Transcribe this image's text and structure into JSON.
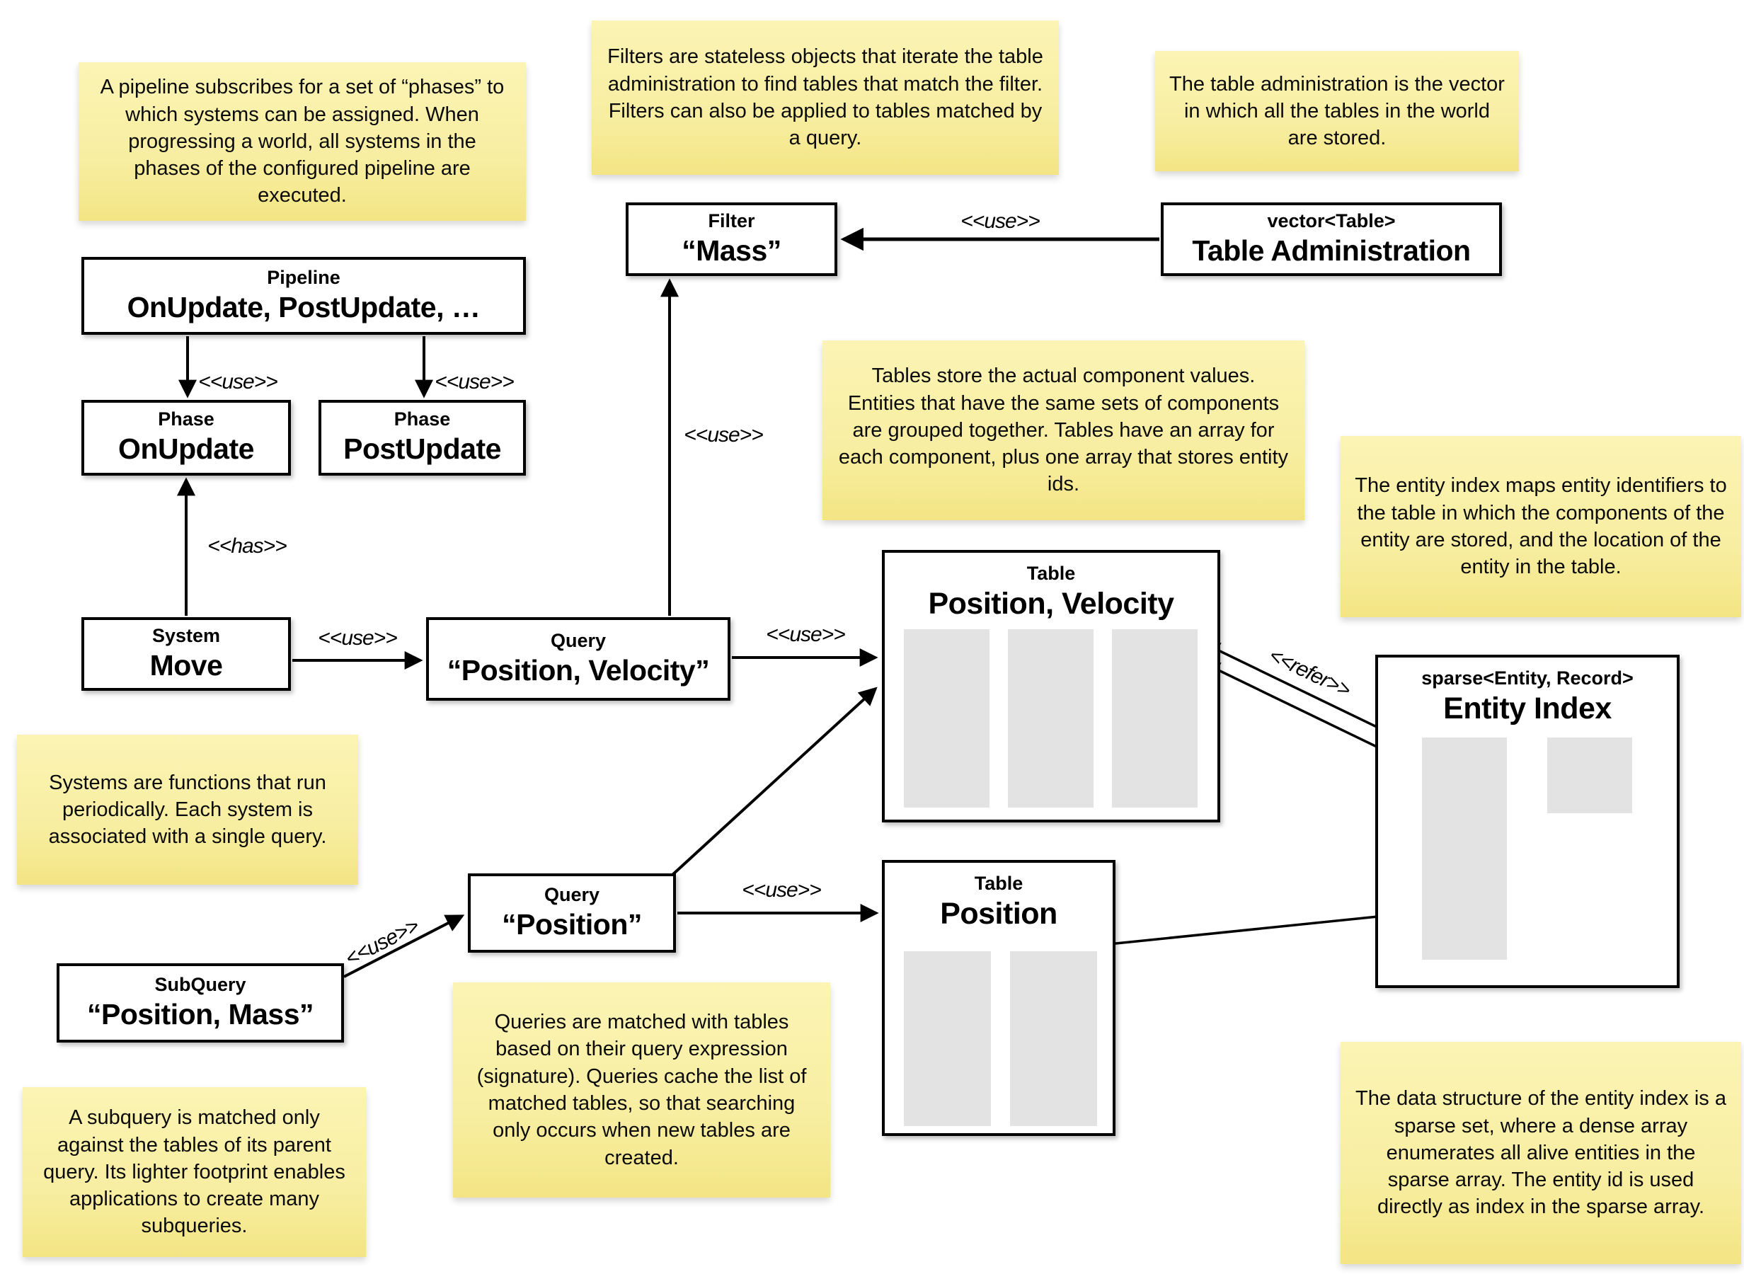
{
  "colors": {
    "background": "#FFFFFF",
    "note_fill_top": "#FBF4B4",
    "note_fill_bottom": "#F3E584",
    "box_border": "#000000",
    "box_fill": "#FFFFFF",
    "array_fill": "#E3E3E3",
    "text": "#000000"
  },
  "notes": {
    "pipeline": "A pipeline subscribes for a set of “phases” to which systems can be assigned. When progressing a world, all systems in the phases of the configured pipeline are executed.",
    "filters": "Filters are stateless objects that iterate the table administration to find tables that match the filter. Filters can also be applied to tables matched by a query.",
    "table_admin": "The table administration is the vector in which all the tables in the world are stored.",
    "tables": "Tables store the actual component values. Entities that have the same sets of components are grouped together. Tables have an array for each component, plus one array that stores entity ids.",
    "entity_index": "The entity index maps entity identifiers to the table in which the components of the entity are stored, and the location of the entity in the table.",
    "systems": "Systems are functions that run periodically. Each system is associated with a single query.",
    "subquery": "A subquery is matched only against the tables of its parent query. Its lighter footprint enables applications to create many subqueries.",
    "queries": "Queries are matched with tables based on their query expression (signature). Queries cache the list of matched tables, so that searching only occurs when new tables are created.",
    "sparse_set": "The data structure of the entity index is a sparse set, where a dense array enumerates all alive entities in the sparse array. The entity id is used directly as index in the sparse array."
  },
  "boxes": {
    "pipeline": {
      "title": "Pipeline",
      "name": "OnUpdate, PostUpdate, …"
    },
    "phase_onupdate": {
      "title": "Phase",
      "name": "OnUpdate"
    },
    "phase_postupdate": {
      "title": "Phase",
      "name": "PostUpdate"
    },
    "system_move": {
      "title": "System",
      "name": "Move"
    },
    "query_pv": {
      "title": "Query",
      "name": "“Position, Velocity”"
    },
    "filter_mass": {
      "title": "Filter",
      "name": "“Mass”"
    },
    "table_admin": {
      "title": "vector<Table>",
      "name": "Table Administration"
    },
    "table_pv": {
      "title": "Table",
      "name": "Position, Velocity"
    },
    "table_pos": {
      "title": "Table",
      "name": "Position"
    },
    "entity_index": {
      "title": "sparse<Entity, Record>",
      "name": "Entity Index"
    },
    "subquery": {
      "title": "SubQuery",
      "name": "“Position, Mass”"
    },
    "query_pos": {
      "title": "Query",
      "name": "“Position”"
    }
  },
  "edge_labels": {
    "use": "<<use>>",
    "has": "<<has>>",
    "refer": "<<refer>>"
  }
}
